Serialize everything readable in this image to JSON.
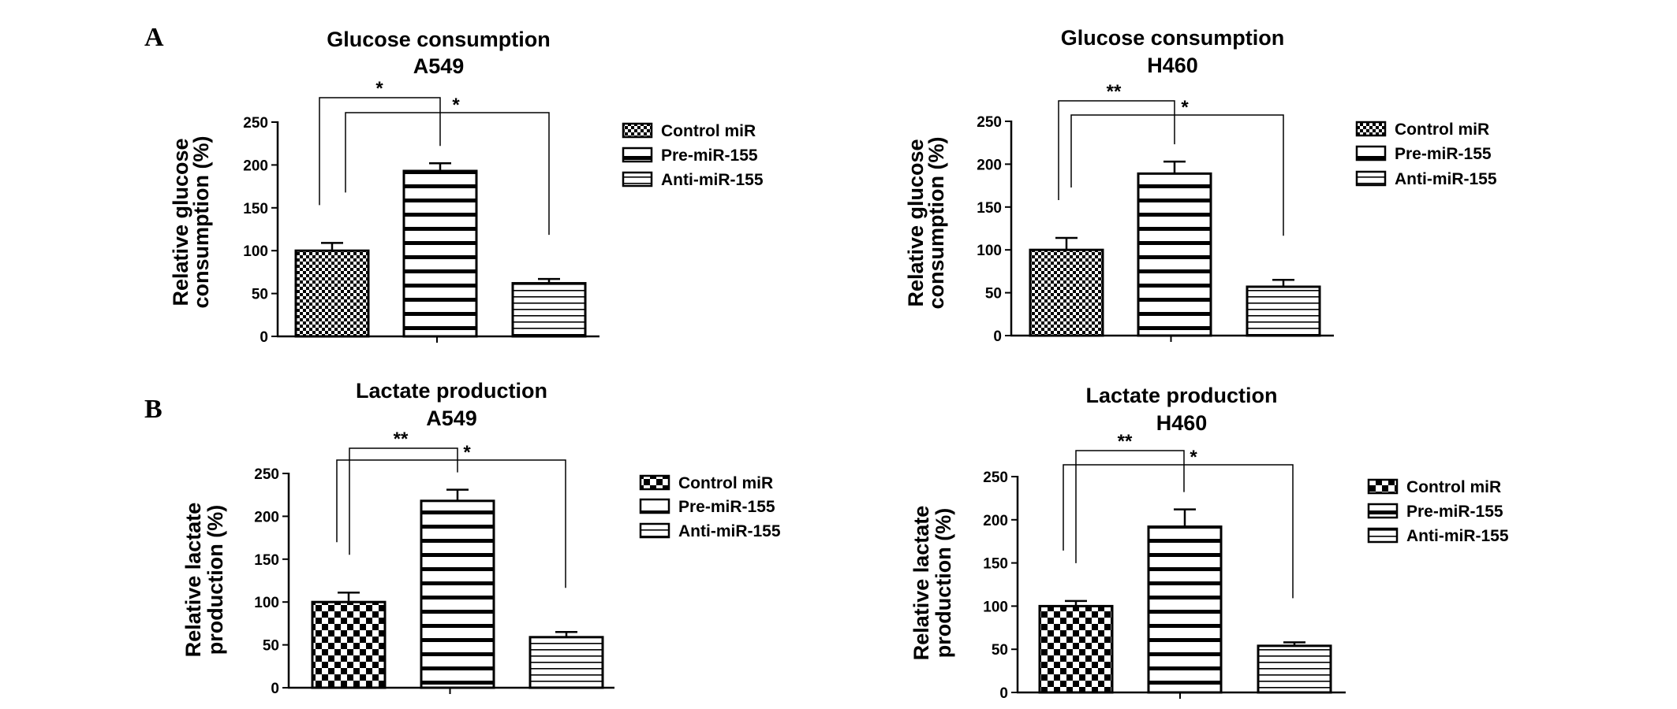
{
  "panels": [
    {
      "letter": "A"
    },
    {
      "letter": "B"
    }
  ],
  "colors": {
    "axis": "#000000",
    "bar_fill": "#ffffff",
    "pattern": "#000000"
  },
  "chart_data": [
    {
      "type": "bar",
      "title": [
        "Glucose consumption",
        "A549"
      ],
      "ylabel": [
        "Relative glucose",
        "consumption (%)"
      ],
      "xlabel": "",
      "categories": [
        "Control miR",
        "Pre-miR-155",
        "Anti-miR-155"
      ],
      "values": [
        100,
        193,
        62
      ],
      "errors": [
        9,
        9,
        5
      ],
      "ylim": [
        0,
        250
      ],
      "yticks": [
        "0",
        "50",
        "100",
        "150",
        "200",
        "250"
      ],
      "legend": [
        "Control miR",
        "Pre-miR-155",
        "Anti-miR-155"
      ],
      "legend_position": "right",
      "significance": [
        {
          "from": 0,
          "to": 1,
          "label": "*"
        },
        {
          "from": 0,
          "to": 2,
          "label": "*"
        }
      ]
    },
    {
      "type": "bar",
      "title": [
        "Glucose consumption",
        "H460"
      ],
      "ylabel": [
        "Relative glucose",
        "consumption (%)"
      ],
      "xlabel": "",
      "categories": [
        "Control miR",
        "Pre-miR-155",
        "Anti-miR-155"
      ],
      "values": [
        100,
        189,
        57
      ],
      "errors": [
        14,
        14,
        8
      ],
      "ylim": [
        0,
        250
      ],
      "yticks": [
        "0",
        "50",
        "100",
        "150",
        "200",
        "250"
      ],
      "legend": [
        "Control miR",
        "Pre-miR-155",
        "Anti-miR-155"
      ],
      "legend_position": "right",
      "significance": [
        {
          "from": 0,
          "to": 1,
          "label": "**"
        },
        {
          "from": 0,
          "to": 2,
          "label": "*"
        }
      ]
    },
    {
      "type": "bar",
      "title": [
        "Lactate production",
        "A549"
      ],
      "ylabel": [
        "Relative lactate",
        "production (%)"
      ],
      "xlabel": "",
      "categories": [
        "Control miR",
        "Pre-miR-155",
        "Anti-miR-155"
      ],
      "values": [
        100,
        218,
        59
      ],
      "errors": [
        11,
        13,
        6
      ],
      "ylim": [
        0,
        250
      ],
      "yticks": [
        "0",
        "50",
        "100",
        "150",
        "200",
        "250"
      ],
      "legend": [
        "Control miR",
        "Pre-miR-155",
        "Anti-miR-155"
      ],
      "legend_position": "right",
      "significance": [
        {
          "from": 0,
          "to": 1,
          "label": "**"
        },
        {
          "from": 0,
          "to": 2,
          "label": "*"
        }
      ]
    },
    {
      "type": "bar",
      "title": [
        "Lactate production",
        "H460"
      ],
      "ylabel": [
        "Relative lactate",
        "production (%)"
      ],
      "xlabel": "",
      "categories": [
        "Control miR",
        "Pre-miR-155",
        "Anti-miR-155"
      ],
      "values": [
        100,
        192,
        54
      ],
      "errors": [
        6,
        20,
        4
      ],
      "ylim": [
        0,
        250
      ],
      "yticks": [
        "0",
        "50",
        "100",
        "150",
        "200",
        "250"
      ],
      "legend": [
        "Control miR",
        "Pre-miR-155",
        "Anti-miR-155"
      ],
      "legend_position": "right",
      "significance": [
        {
          "from": 0,
          "to": 1,
          "label": "**"
        },
        {
          "from": 0,
          "to": 2,
          "label": "*"
        }
      ]
    }
  ]
}
